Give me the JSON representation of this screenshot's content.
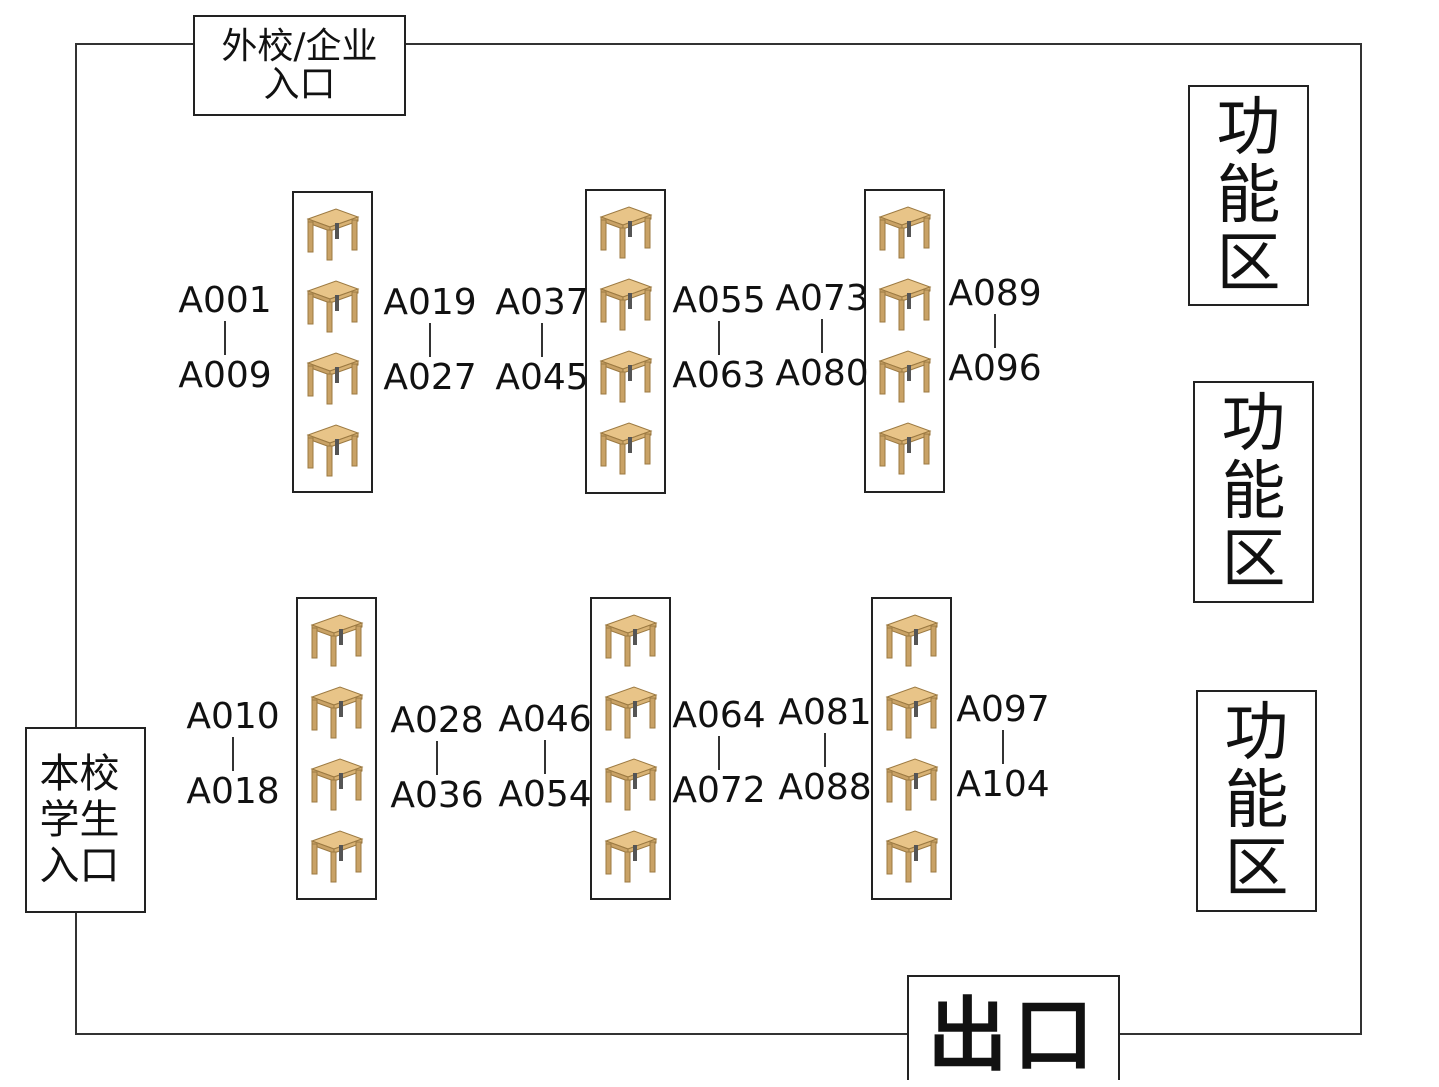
{
  "diagram": {
    "title": "Venue floor plan",
    "entrances": {
      "external": "外校/企业入口",
      "external_lines": [
        "外校/企业",
        "入口"
      ],
      "internal": "本校学生入口"
    },
    "exit": "出口",
    "function_areas": [
      "功能区",
      "功能区",
      "功能区"
    ],
    "table_columns": [
      {
        "id": "col-1",
        "tables": 4,
        "left_range": [
          "A001",
          "A009"
        ],
        "right_range": [
          "A019",
          "A027"
        ]
      },
      {
        "id": "col-2",
        "tables": 4,
        "left_range": [
          "A037",
          "A045"
        ],
        "right_range": [
          "A055",
          "A063"
        ]
      },
      {
        "id": "col-3",
        "tables": 4,
        "left_range": [
          "A073",
          "A080"
        ],
        "right_range": [
          "A089",
          "A096"
        ]
      },
      {
        "id": "col-4",
        "tables": 4,
        "left_range": [
          "A010",
          "A018"
        ],
        "right_range": [
          "A028",
          "A036"
        ]
      },
      {
        "id": "col-5",
        "tables": 4,
        "left_range": [
          "A046",
          "A054"
        ],
        "right_range": [
          "A064",
          "A072"
        ]
      },
      {
        "id": "col-6",
        "tables": 4,
        "left_range": [
          "A081",
          "A088"
        ],
        "right_range": [
          "A097",
          "A104"
        ]
      }
    ],
    "colors": {
      "border": "#222222",
      "table_top": "#E8C488",
      "table_leg": "#C9A266",
      "table_shadow": "#555555"
    }
  }
}
